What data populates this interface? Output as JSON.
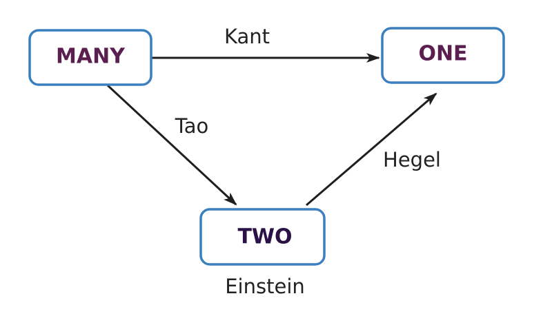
{
  "colors": {
    "box_border": "#3a7fc0",
    "node_text": "#5a1f4f",
    "two_text": "#2a1246",
    "arrow": "#1e1e1e",
    "label_text": "#222222"
  },
  "nodes": {
    "many": "MANY",
    "one": "ONE",
    "two": "TWO"
  },
  "edges": {
    "many_to_one": "Kant",
    "many_to_two": "Tao",
    "two_to_one": "Hegel"
  },
  "annotations": {
    "below_two": "Einstein"
  }
}
